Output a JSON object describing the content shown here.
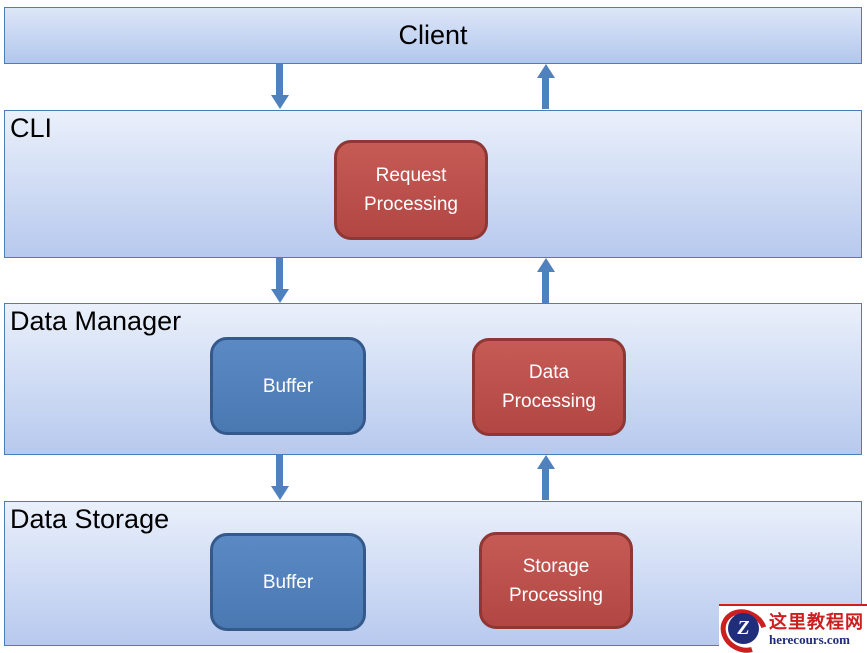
{
  "diagram": {
    "layers": [
      {
        "label": "Client"
      },
      {
        "label": "CLI",
        "box_red": {
          "line1": "Request",
          "line2": "Processing"
        }
      },
      {
        "label": "Data Manager",
        "box_blue": {
          "line1": "Buffer"
        },
        "box_red": {
          "line1": "Data",
          "line2": "Processing"
        }
      },
      {
        "label": "Data Storage",
        "box_blue": {
          "line1": "Buffer"
        },
        "box_red": {
          "line1": "Storage",
          "line2": "Processing"
        }
      }
    ]
  },
  "watermark": {
    "site_name": "这里教程网",
    "site_url": "herecours.com",
    "logo_letter": "Z"
  },
  "colors": {
    "band-border": "#4a7ebb",
    "band-grad-top": "#eaf0fb",
    "band-grad-bottom": "#b7c9ee",
    "client-grad-top": "#dce6f8",
    "client-grad-bottom": "#b3c7ed",
    "label-color": "#000000",
    "arrow-blue": "#4f81bd",
    "box-blue-top": "#5b89c4",
    "box-blue-bottom": "#4a78b1",
    "box-blue-border": "#36598c",
    "box-red-top": "#c65a55",
    "box-red-bottom": "#b24643",
    "box-red-border": "#8e3734",
    "box-text": "#ffffff",
    "logo-red": "#cc1f1f",
    "logo-navy": "#1f2d7a"
  }
}
